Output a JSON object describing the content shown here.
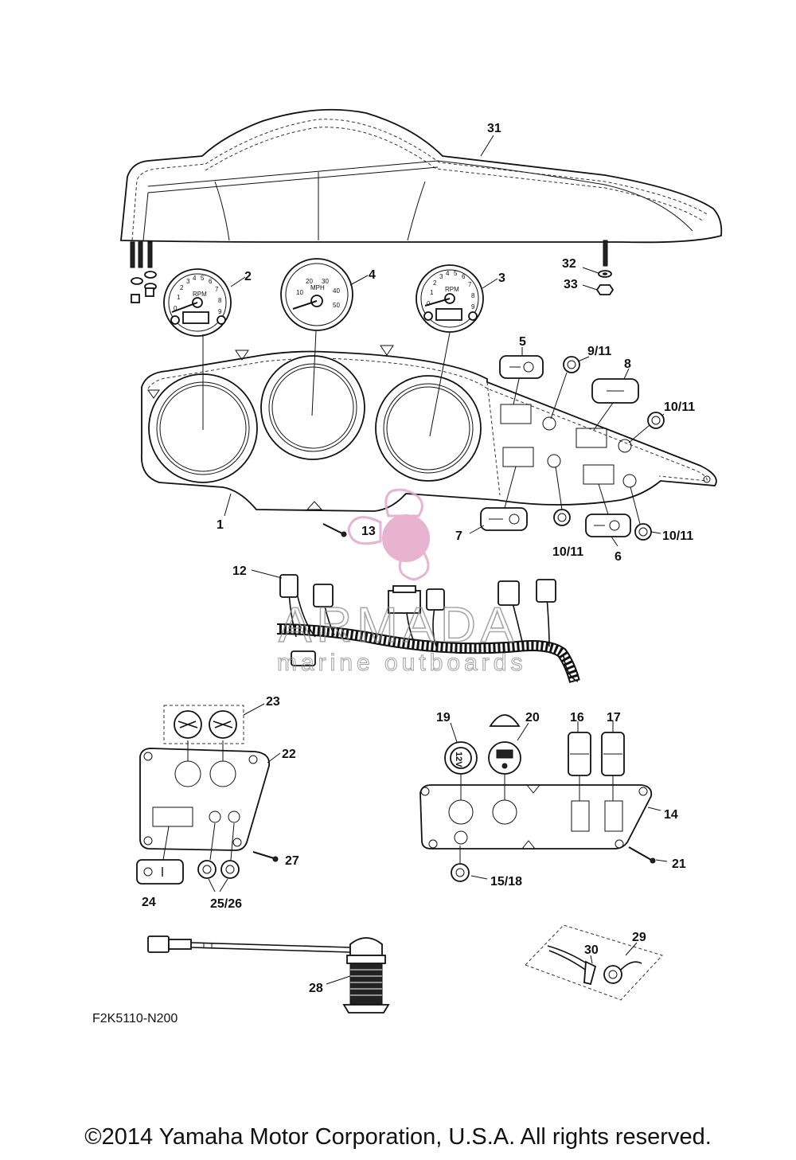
{
  "callouts": {
    "c1": "1",
    "c2": "2",
    "c3": "3",
    "c4": "4",
    "c5": "5",
    "c6": "6",
    "c7": "7",
    "c8": "8",
    "c9_11": "9/11",
    "c10_11_a": "10/11",
    "c10_11_b": "10/11",
    "c10_11_c": "10/11",
    "c12": "12",
    "c13": "13",
    "c14": "14",
    "c15_18": "15/18",
    "c16": "16",
    "c17": "17",
    "c19": "19",
    "c20": "20",
    "c21": "21",
    "c22": "22",
    "c23": "23",
    "c24": "24",
    "c25_26": "25/26",
    "c27": "27",
    "c28": "28",
    "c29": "29",
    "c30": "30",
    "c31": "31",
    "c32": "32",
    "c33": "33"
  },
  "gauges": {
    "tach_unit": "RPM",
    "tach_ticks": [
      "0",
      "1",
      "2",
      "3",
      "4",
      "5",
      "6",
      "7",
      "8",
      "9"
    ],
    "speedo_unit": "MPH",
    "speedo_ticks": [
      "10",
      "20",
      "30",
      "40",
      "50"
    ]
  },
  "socket_label": "12V",
  "watermark": {
    "brand": "ARMADA",
    "sub": "marine outboards",
    "logo_color": "#e3a6c6"
  },
  "figure_code": "F2K5110-N200",
  "copyright": "©2014 Yamaha Motor Corporation, U.S.A. All rights reserved."
}
